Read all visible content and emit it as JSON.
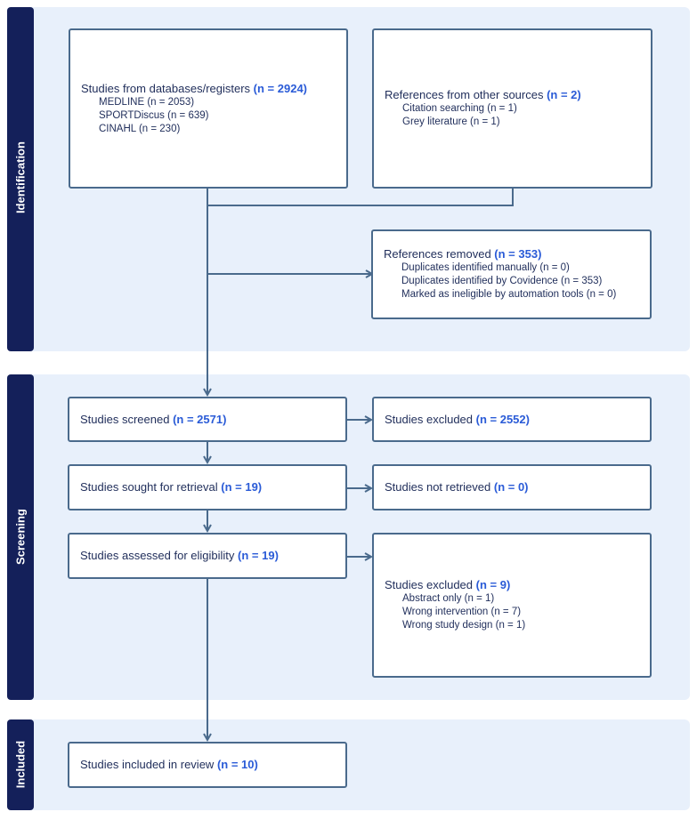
{
  "colors": {
    "phase_bg": "#e8f0fb",
    "phase_tab": "#14205a",
    "box_border": "#4a6a8c",
    "count": "#2a5bd7",
    "arrow": "#4a6a8c"
  },
  "phases": {
    "identification": "Identification",
    "screening": "Screening",
    "included": "Included"
  },
  "boxes": {
    "databases": {
      "title": "Studies from databases/registers",
      "count": "(n = 2924)",
      "items": [
        "MEDLINE (n = 2053)",
        "SPORTDiscus (n = 639)",
        "CINAHL (n = 230)"
      ]
    },
    "other_sources": {
      "title": "References from other sources",
      "count": "(n = 2)",
      "items": [
        "Citation searching (n = 1)",
        "Grey literature (n = 1)"
      ]
    },
    "removed": {
      "title": "References removed",
      "count": "(n = 353)",
      "items": [
        "Duplicates identified manually (n = 0)",
        "Duplicates identified by Covidence (n = 353)",
        "Marked as ineligible by automation tools (n = 0)"
      ]
    },
    "screened": {
      "title": "Studies screened",
      "count": "(n = 2571)"
    },
    "excluded_screen": {
      "title": "Studies excluded",
      "count": "(n = 2552)"
    },
    "sought": {
      "title": "Studies sought for retrieval",
      "count": "(n = 19)"
    },
    "not_retrieved": {
      "title": "Studies not retrieved",
      "count": "(n = 0)"
    },
    "assessed": {
      "title": "Studies assessed for eligibility",
      "count": "(n = 19)"
    },
    "excluded_elig": {
      "title": "Studies excluded",
      "count": "(n = 9)",
      "items": [
        "Abstract only (n = 1)",
        "Wrong intervention (n = 7)",
        "Wrong study design (n = 1)"
      ]
    },
    "included": {
      "title": "Studies included in review",
      "count": "(n = 10)"
    }
  }
}
